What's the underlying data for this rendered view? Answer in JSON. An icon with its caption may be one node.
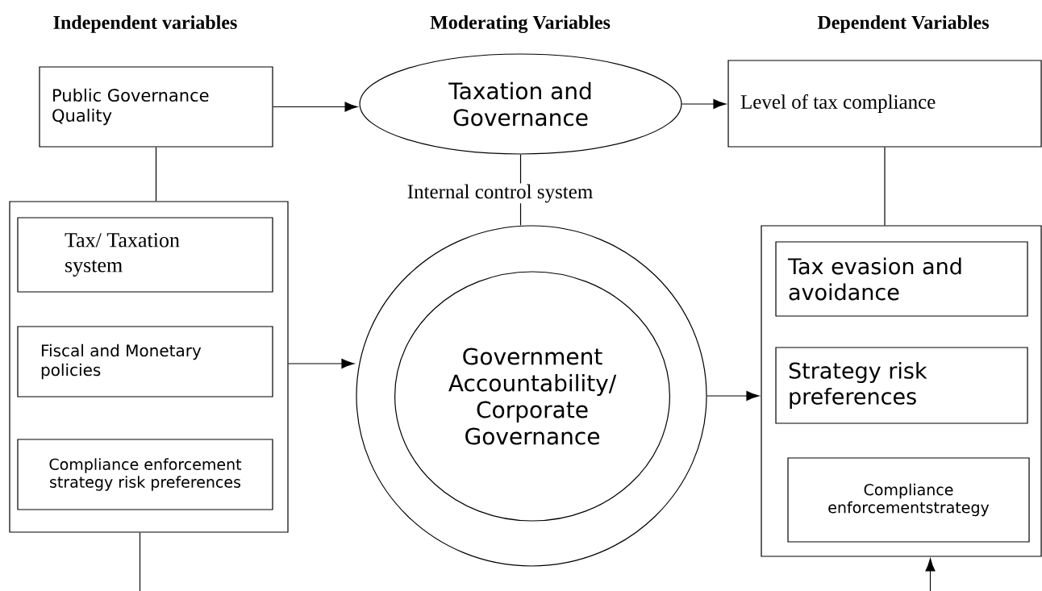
{
  "diagram": {
    "nodes": [
      {
        "text": [
          "Public Governance Quality"
        ]
      },
      {
        "text": [
          "Taxation and Governance"
        ]
      },
      {
        "text": [
          "Level of tax compliance"
        ]
      },
      {
        "text": [],
        "shape": "box"
      },
      {
        "text": [
          "Tax/ Taxation system"
        ],
        "in": 3
      },
      {
        "text": [
          "Fiscal and Monetary policies"
        ],
        "in": 3
      },
      {
        "text": [
          "Compliance enforcement strategy risk preferences"
        ],
        "in": 3
      },
      {
        "text": [],
        "shape": "circle"
      },
      {
        "text": [
          "Government Accountability/ Corporate Governance"
        ],
        "in": 7
      },
      {
        "text": [],
        "shape": "box"
      },
      {
        "text": [
          "Tax evasion and avoidance"
        ],
        "in": 9
      },
      {
        "text": [
          "Strategy risk preferences"
        ],
        "in": 9
      },
      {
        "text": [
          "Compliance enforcementstrategy"
        ],
        "in": 9
      }
    ],
    "edges": [
      {
        "from": 0,
        "to": 1,
        "arrow": "to"
      },
      {
        "from": 1,
        "to": 2,
        "arrow": "to"
      },
      {
        "from": 0,
        "to": 3,
        "arrow": "none"
      },
      {
        "from": 1,
        "to": 7,
        "arrow": "none",
        "label": "Internal control system"
      },
      {
        "from": 2,
        "to": 9,
        "arrow": "none"
      },
      {
        "from": 3,
        "to": 7,
        "arrow": "to"
      },
      {
        "from": 7,
        "to": 9,
        "arrow": "to"
      },
      {
        "from": 3,
        "to": null,
        "arrow": "none"
      },
      {
        "from": null,
        "to": 9,
        "arrow": "to"
      }
    ],
    "labels": [
      "Independent variables",
      "Moderating Variables",
      "Dependent Variables"
    ]
  }
}
